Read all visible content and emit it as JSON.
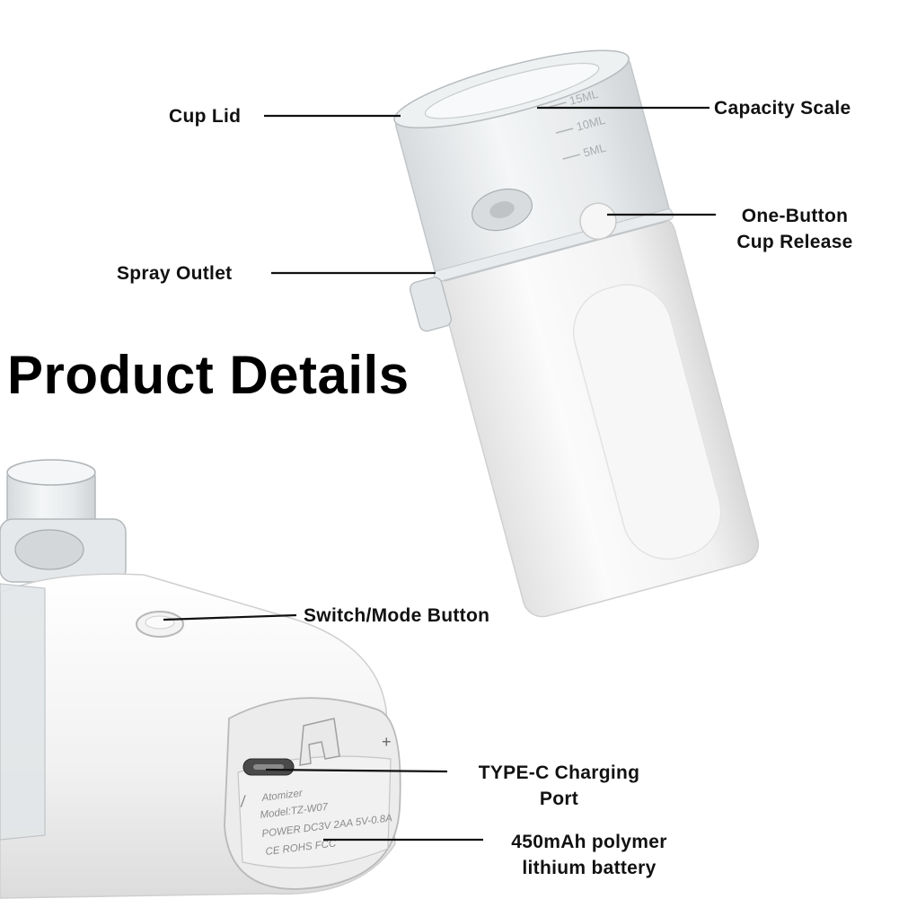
{
  "title": "Product Details",
  "labels": {
    "cup_lid": "Cup Lid",
    "capacity_scale": "Capacity Scale",
    "one_button_cup_release_1": "One-Button",
    "one_button_cup_release_2": "Cup Release",
    "spray_outlet": "Spray Outlet",
    "switch_mode_button": "Switch/Mode Button",
    "type_c_port_1": "TYPE-C Charging",
    "type_c_port_2": "Port",
    "battery_1": "450mAh polymer",
    "battery_2": "lithium battery"
  },
  "cup_markings": [
    "15ML",
    "10ML",
    "5ML"
  ],
  "device_text": {
    "brand": "Atomizer",
    "model": "Model:TZ-W07",
    "power": "POWER  DC3V 2AA  5V-0.8A",
    "certs": "CE  ROHS  FCC",
    "plus": "+",
    "minus": "—"
  },
  "colors": {
    "body": "#f4f4f4",
    "clear_plastic": "#e4e8ea",
    "text": "#111111"
  }
}
